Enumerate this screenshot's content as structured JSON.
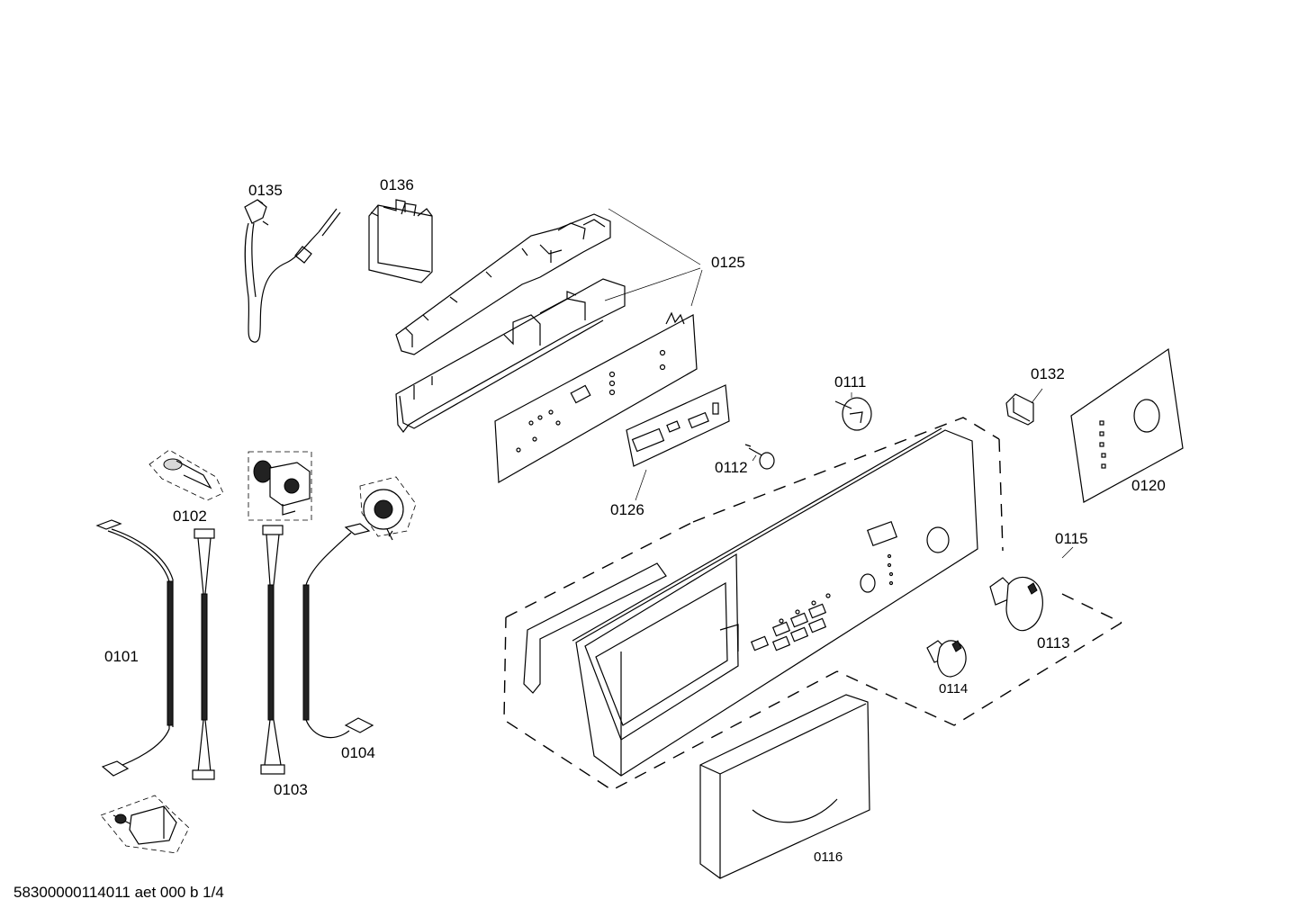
{
  "parts": {
    "p0101": "0101",
    "p0102": "0102",
    "p0103": "0103",
    "p0104": "0104",
    "p0111": "0111",
    "p0112": "0112",
    "p0113": "0113",
    "p0114": "0114",
    "p0115": "0115",
    "p0116": "0116",
    "p0120": "0120",
    "p0125": "0125",
    "p0126": "0126",
    "p0132": "0132",
    "p0135": "0135",
    "p0136": "0136"
  },
  "footer": "58300000114011 aet 000 b 1/4"
}
